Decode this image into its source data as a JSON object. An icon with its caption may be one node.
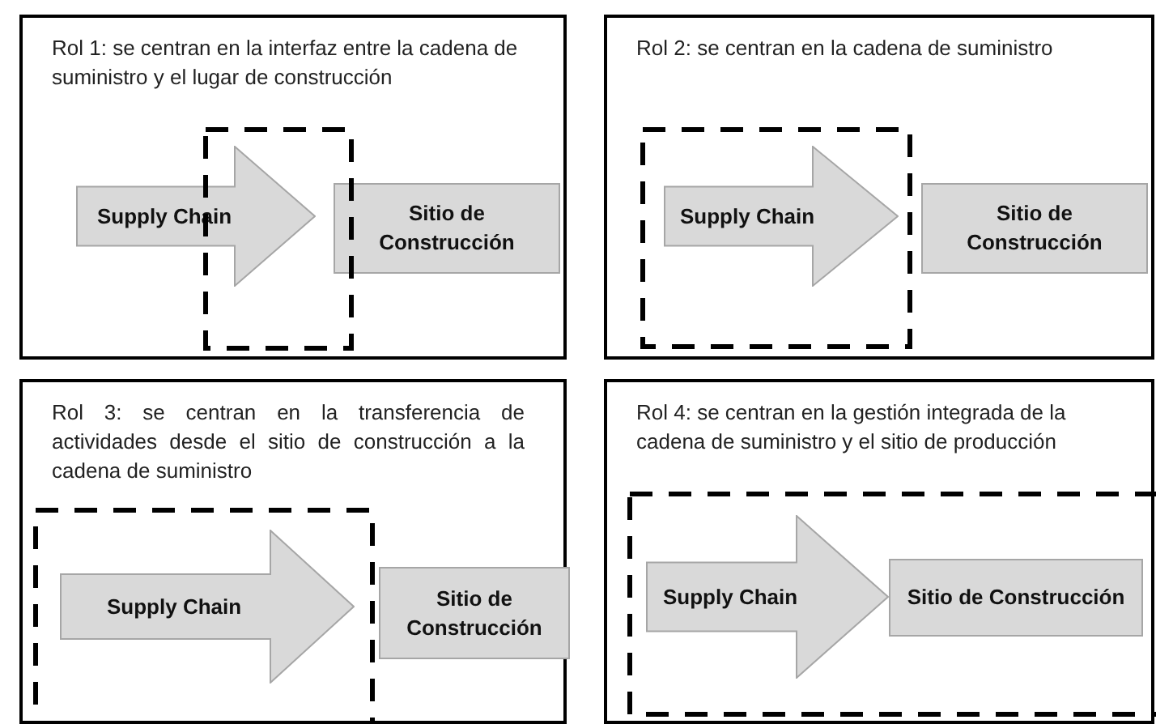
{
  "diagram": {
    "nodes": [
      {
        "text": [
          "Rol 1: se centran en la interfaz entre la cadena de suministro y el lugar de construcción"
        ]
      },
      {
        "text": [
          "Supply Chain"
        ],
        "in": 0
      },
      {
        "text": [
          "Sitio de Construcción"
        ],
        "in": 0
      },
      {
        "text": [
          "Rol 2: se centran en la cadena de suministro"
        ]
      },
      {
        "text": [
          "Supply Chain"
        ],
        "in": 3
      },
      {
        "text": [
          "Sitio de Construcción"
        ],
        "in": 3
      },
      {
        "text": [
          "Rol 3: se centran en la transferencia de actividades desde el sitio de construcción a la cadena de suministro"
        ]
      },
      {
        "text": [
          "Supply Chain"
        ],
        "in": 6
      },
      {
        "text": [
          "Sitio de Construcción"
        ],
        "in": 6
      },
      {
        "text": [
          "Rol 4: se centran en la gestión integrada de la cadena de suministro y el sitio de producción"
        ]
      },
      {
        "text": [
          "Sitio de Construcción"
        ],
        "in": 9
      },
      {
        "text": [
          "Supply Chain"
        ],
        "in": 9
      }
    ]
  }
}
